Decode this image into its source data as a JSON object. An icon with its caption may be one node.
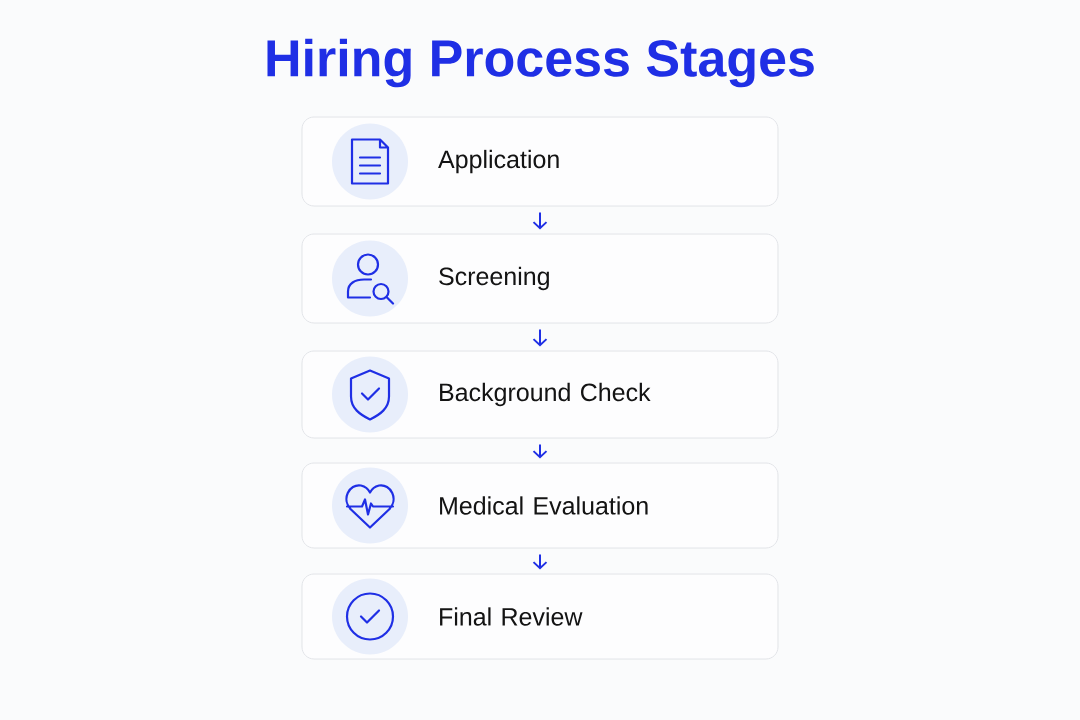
{
  "diagram": {
    "title": "Hiring Process Stages",
    "nodes": [
      {
        "text": [
          "Application"
        ]
      },
      {
        "text": [
          "Screening"
        ]
      },
      {
        "text": [
          "Background Check"
        ]
      },
      {
        "text": [
          "Medical Evaluation"
        ]
      },
      {
        "text": [
          "Final Review"
        ]
      }
    ],
    "edges": [
      {
        "from": 0,
        "to": 1,
        "arrow": "to"
      },
      {
        "from": 1,
        "to": 2,
        "arrow": "to"
      },
      {
        "from": 2,
        "to": 3,
        "arrow": "to"
      },
      {
        "from": 3,
        "to": 4,
        "arrow": "to"
      }
    ]
  }
}
